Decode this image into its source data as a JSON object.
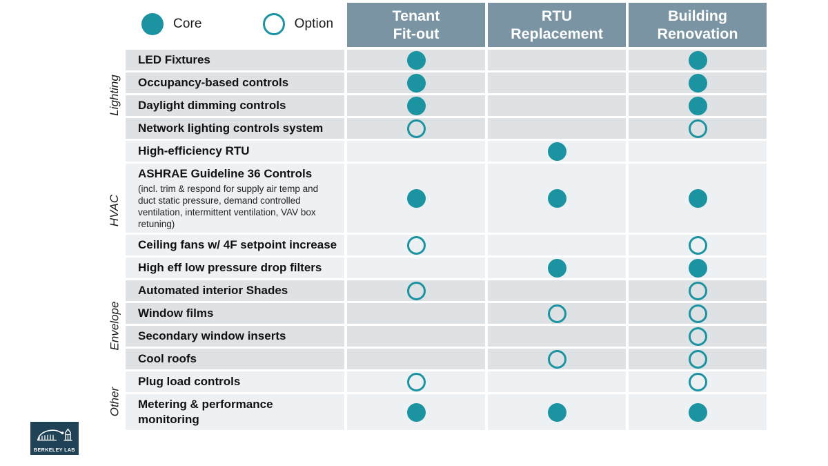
{
  "legend": {
    "core": {
      "label": "Core",
      "marker": "filled-circle",
      "color": "#1B93A0"
    },
    "option": {
      "label": "Option",
      "marker": "outline-circle",
      "color": "#1B93A0"
    }
  },
  "columns": [
    {
      "line1": "Tenant",
      "line2": "Fit-out"
    },
    {
      "line1": "RTU",
      "line2": "Replacement"
    },
    {
      "line1": "Building",
      "line2": "Renovation"
    }
  ],
  "colors": {
    "header_bg": "#7A94A3",
    "accent_teal": "#1B93A0",
    "row_gray": "#DFE2E4",
    "row_blue": "#EDF1F4",
    "logo_bg": "#1F4257"
  },
  "sections": [
    {
      "label": "Lighting",
      "tint": "gray",
      "rows": [
        {
          "name": "LED Fixtures",
          "sub": "",
          "marks": [
            "core",
            "none",
            "core"
          ]
        },
        {
          "name": "Occupancy-based controls",
          "sub": "",
          "marks": [
            "core",
            "none",
            "core"
          ]
        },
        {
          "name": "Daylight dimming controls",
          "sub": "",
          "marks": [
            "core",
            "none",
            "core"
          ]
        },
        {
          "name": "Network lighting controls system",
          "sub": "",
          "marks": [
            "option",
            "none",
            "option"
          ]
        }
      ]
    },
    {
      "label": "HVAC",
      "tint": "blue",
      "rows": [
        {
          "name": "High-efficiency RTU",
          "sub": "",
          "marks": [
            "none",
            "core",
            "none"
          ]
        },
        {
          "name": "ASHRAE  Guideline 36 Controls",
          "sub": "(incl. trim & respond  for supply air temp and duct static pressure, demand controlled ventilation, intermittent  ventilation,  VAV  box  retuning)",
          "marks": [
            "core",
            "core",
            "core"
          ]
        },
        {
          "name": "Ceiling fans w/ 4F setpoint increase",
          "sub": "",
          "marks": [
            "option",
            "none",
            "option"
          ]
        },
        {
          "name": "High eff low pressure drop filters",
          "sub": "",
          "marks": [
            "none",
            "core",
            "core"
          ]
        }
      ]
    },
    {
      "label": "Envelope",
      "tint": "gray",
      "rows": [
        {
          "name": "Automated interior Shades",
          "sub": "",
          "marks": [
            "option",
            "none",
            "option"
          ]
        },
        {
          "name": "Window films",
          "sub": "",
          "marks": [
            "none",
            "option",
            "option"
          ]
        },
        {
          "name": "Secondary window inserts",
          "sub": "",
          "marks": [
            "none",
            "none",
            "option"
          ]
        },
        {
          "name": "Cool roofs",
          "sub": "",
          "marks": [
            "none",
            "option",
            "option"
          ]
        }
      ]
    },
    {
      "label": "Other",
      "tint": "blue",
      "rows": [
        {
          "name": "Plug load controls",
          "sub": "",
          "marks": [
            "option",
            "none",
            "option"
          ]
        },
        {
          "name": "Metering & performance monitoring",
          "sub": "",
          "marks": [
            "core",
            "core",
            "core"
          ]
        }
      ]
    }
  ],
  "logo": {
    "text": "BERKELEY LAB",
    "icon": "berkeley-lab-arch-logo"
  }
}
